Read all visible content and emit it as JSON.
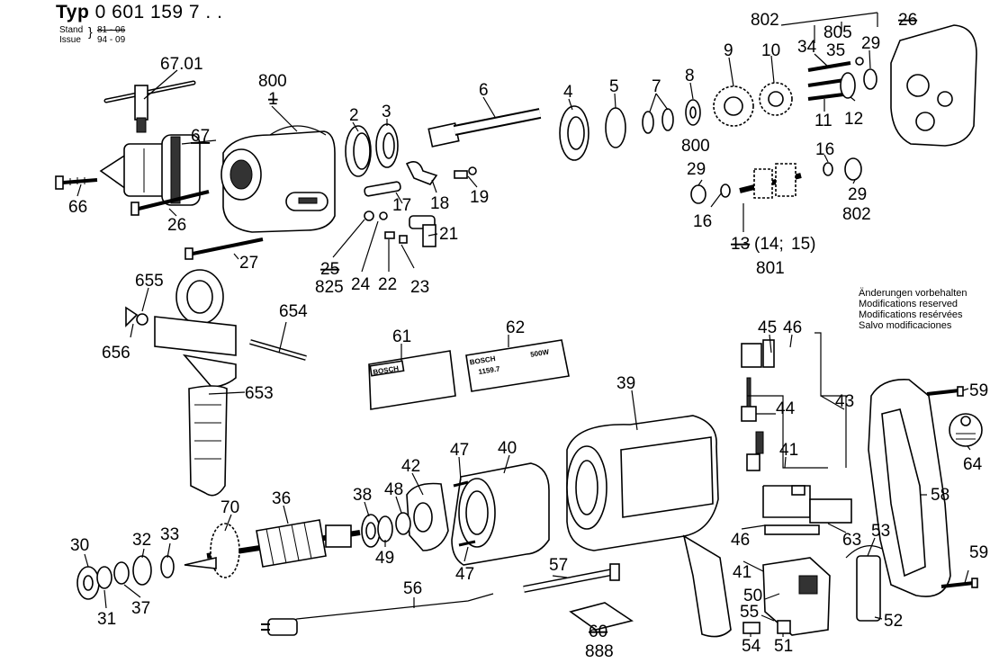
{
  "header": {
    "typ_prefix": "Typ",
    "typ_number": "0 601 159 7 . .",
    "stand_label": "Stand",
    "stand_value": "81 - 06",
    "issue_label": "Issue",
    "issue_value": "94 - 09"
  },
  "modifications_note": [
    "Änderungen vorbehalten",
    "Modifications reserved",
    "Modifications resérvées",
    "Salvo modificaciones"
  ],
  "nameplates": {
    "plate_61": "BOSCH",
    "plate_62_brand": "BOSCH",
    "plate_62_type": "1159.7",
    "plate_62_power": "500W"
  },
  "labels": {
    "l_67_01": "67.01",
    "l_800a": "800",
    "l_1": "1",
    "l_2": "2",
    "l_3": "3",
    "l_6": "6",
    "l_4": "4",
    "l_5": "5",
    "l_7": "7",
    "l_8": "8",
    "l_9": "9",
    "l_10": "10",
    "l_802a": "802",
    "l_805": "805",
    "l_26a": "26",
    "l_34": "34",
    "l_35": "35",
    "l_29a": "29",
    "l_11": "11",
    "l_12": "12",
    "l_67": "67",
    "l_66": "66",
    "l_26b": "26",
    "l_17": "17",
    "l_18": "18",
    "l_19": "19",
    "l_800b": "800",
    "l_29b": "29",
    "l_16a": "16",
    "l_16b": "16",
    "l_29c": "29",
    "l_802b": "802",
    "l_21": "21",
    "l_27": "27",
    "l_25": "25",
    "l_825": "825",
    "l_24": "24",
    "l_22": "22",
    "l_23": "23",
    "l_13": "13",
    "l_14": "(14;",
    "l_15": "15)",
    "l_801": "801",
    "l_655": "655",
    "l_656": "656",
    "l_654": "654",
    "l_653": "653",
    "l_61": "61",
    "l_62": "62",
    "l_45": "45",
    "l_46a": "46",
    "l_43": "43",
    "l_44": "44",
    "l_39": "39",
    "l_59a": "59",
    "l_64": "64",
    "l_41a": "41",
    "l_58": "58",
    "l_47a": "47",
    "l_40": "40",
    "l_42": "42",
    "l_48": "48",
    "l_38": "38",
    "l_36": "36",
    "l_70": "70",
    "l_32": "32",
    "l_33": "33",
    "l_30": "30",
    "l_49": "49",
    "l_47b": "47",
    "l_46b": "46",
    "l_63": "63",
    "l_53": "53",
    "l_41b": "41",
    "l_57": "57",
    "l_59b": "59",
    "l_56": "56",
    "l_31": "31",
    "l_37": "37",
    "l_50": "50",
    "l_55": "55",
    "l_52": "52",
    "l_60": "60",
    "l_888": "888",
    "l_54": "54",
    "l_51": "51"
  }
}
